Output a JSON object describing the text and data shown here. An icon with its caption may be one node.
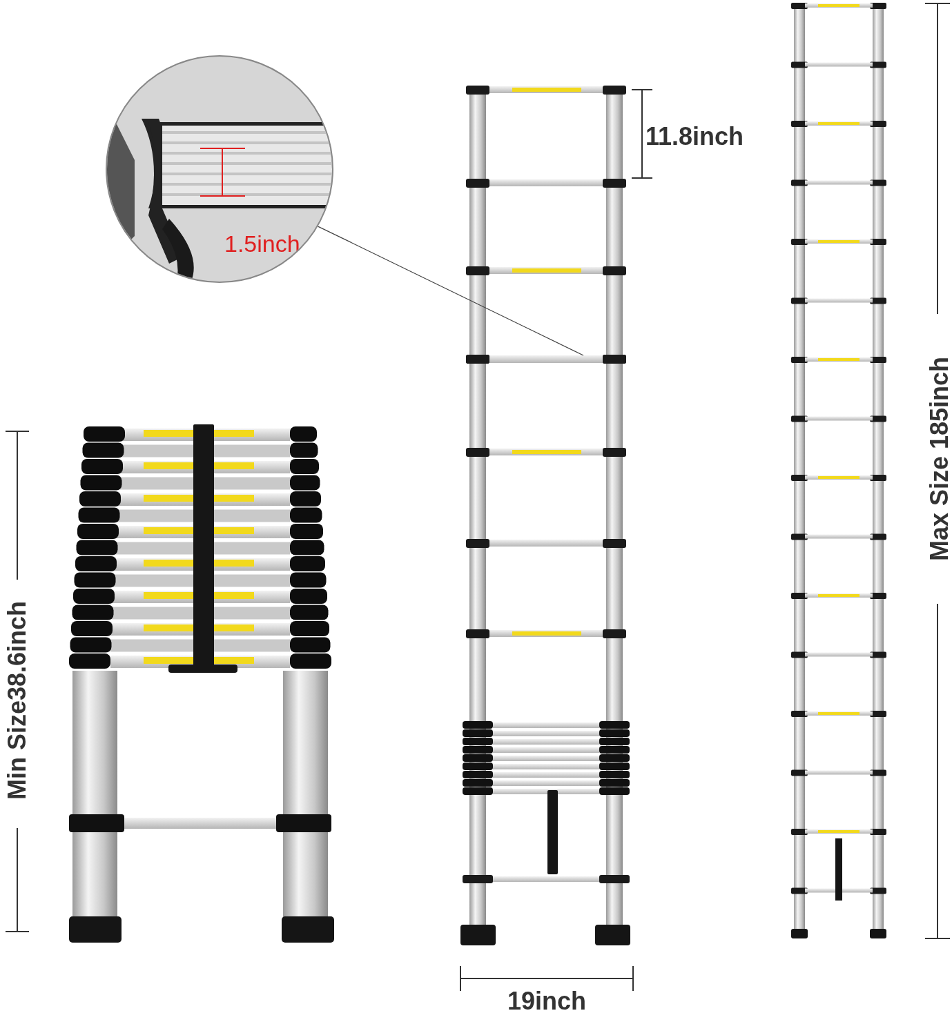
{
  "diagram": {
    "nodes": [
      {
        "text": [
          "1.5inch"
        ]
      },
      {
        "text": [],
        "shape": "bar"
      }
    ],
    "edges": [
      {
        "from": 0,
        "to": 1,
        "arrow": "none"
      }
    ],
    "labels": [
      "11.8inch",
      "19inch",
      "Min Size38.6inch",
      "Max Size 185inch"
    ]
  }
}
